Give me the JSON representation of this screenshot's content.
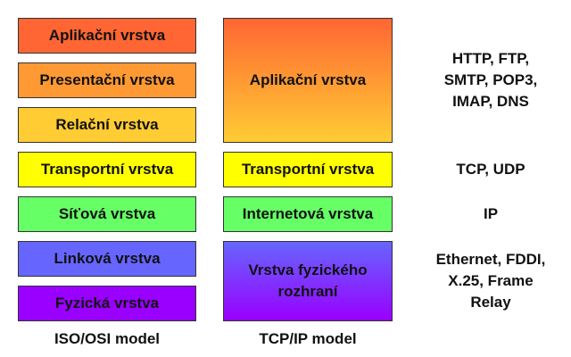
{
  "osi": {
    "layers": [
      {
        "label": "Aplikační vrstva",
        "color": "#FF6633"
      },
      {
        "label": "Presentační vrstva",
        "color": "#FF9933"
      },
      {
        "label": "Relační vrstva",
        "color": "#FFCC33"
      },
      {
        "label": "Transportní vrstva",
        "color": "#FFFF00"
      },
      {
        "label": "Síťová vrstva",
        "color": "#66FF66"
      },
      {
        "label": "Linková vrstva",
        "color": "#6666FF"
      },
      {
        "label": "Fyzická vrstva",
        "color": "#9900FF"
      }
    ],
    "caption": "ISO/OSI model"
  },
  "tcpip": {
    "layers": [
      {
        "label": "Aplikační vrstva",
        "color_top": "#FF6633",
        "color_bottom": "#FFCC33"
      },
      {
        "label": "Transportní vrstva",
        "color": "#FFFF00"
      },
      {
        "label": "Internetová vrstva",
        "color": "#66FF66"
      },
      {
        "label": "Vrstva fyzického rozhraní",
        "color_top": "#6666FF",
        "color_bottom": "#9900FF"
      }
    ],
    "caption": "TCP/IP model"
  },
  "protocols": [
    "HTTP, FTP, SMTP, POP3, IMAP, DNS",
    "TCP, UDP",
    "IP",
    "Ethernet, FDDI, X.25, Frame Relay"
  ]
}
